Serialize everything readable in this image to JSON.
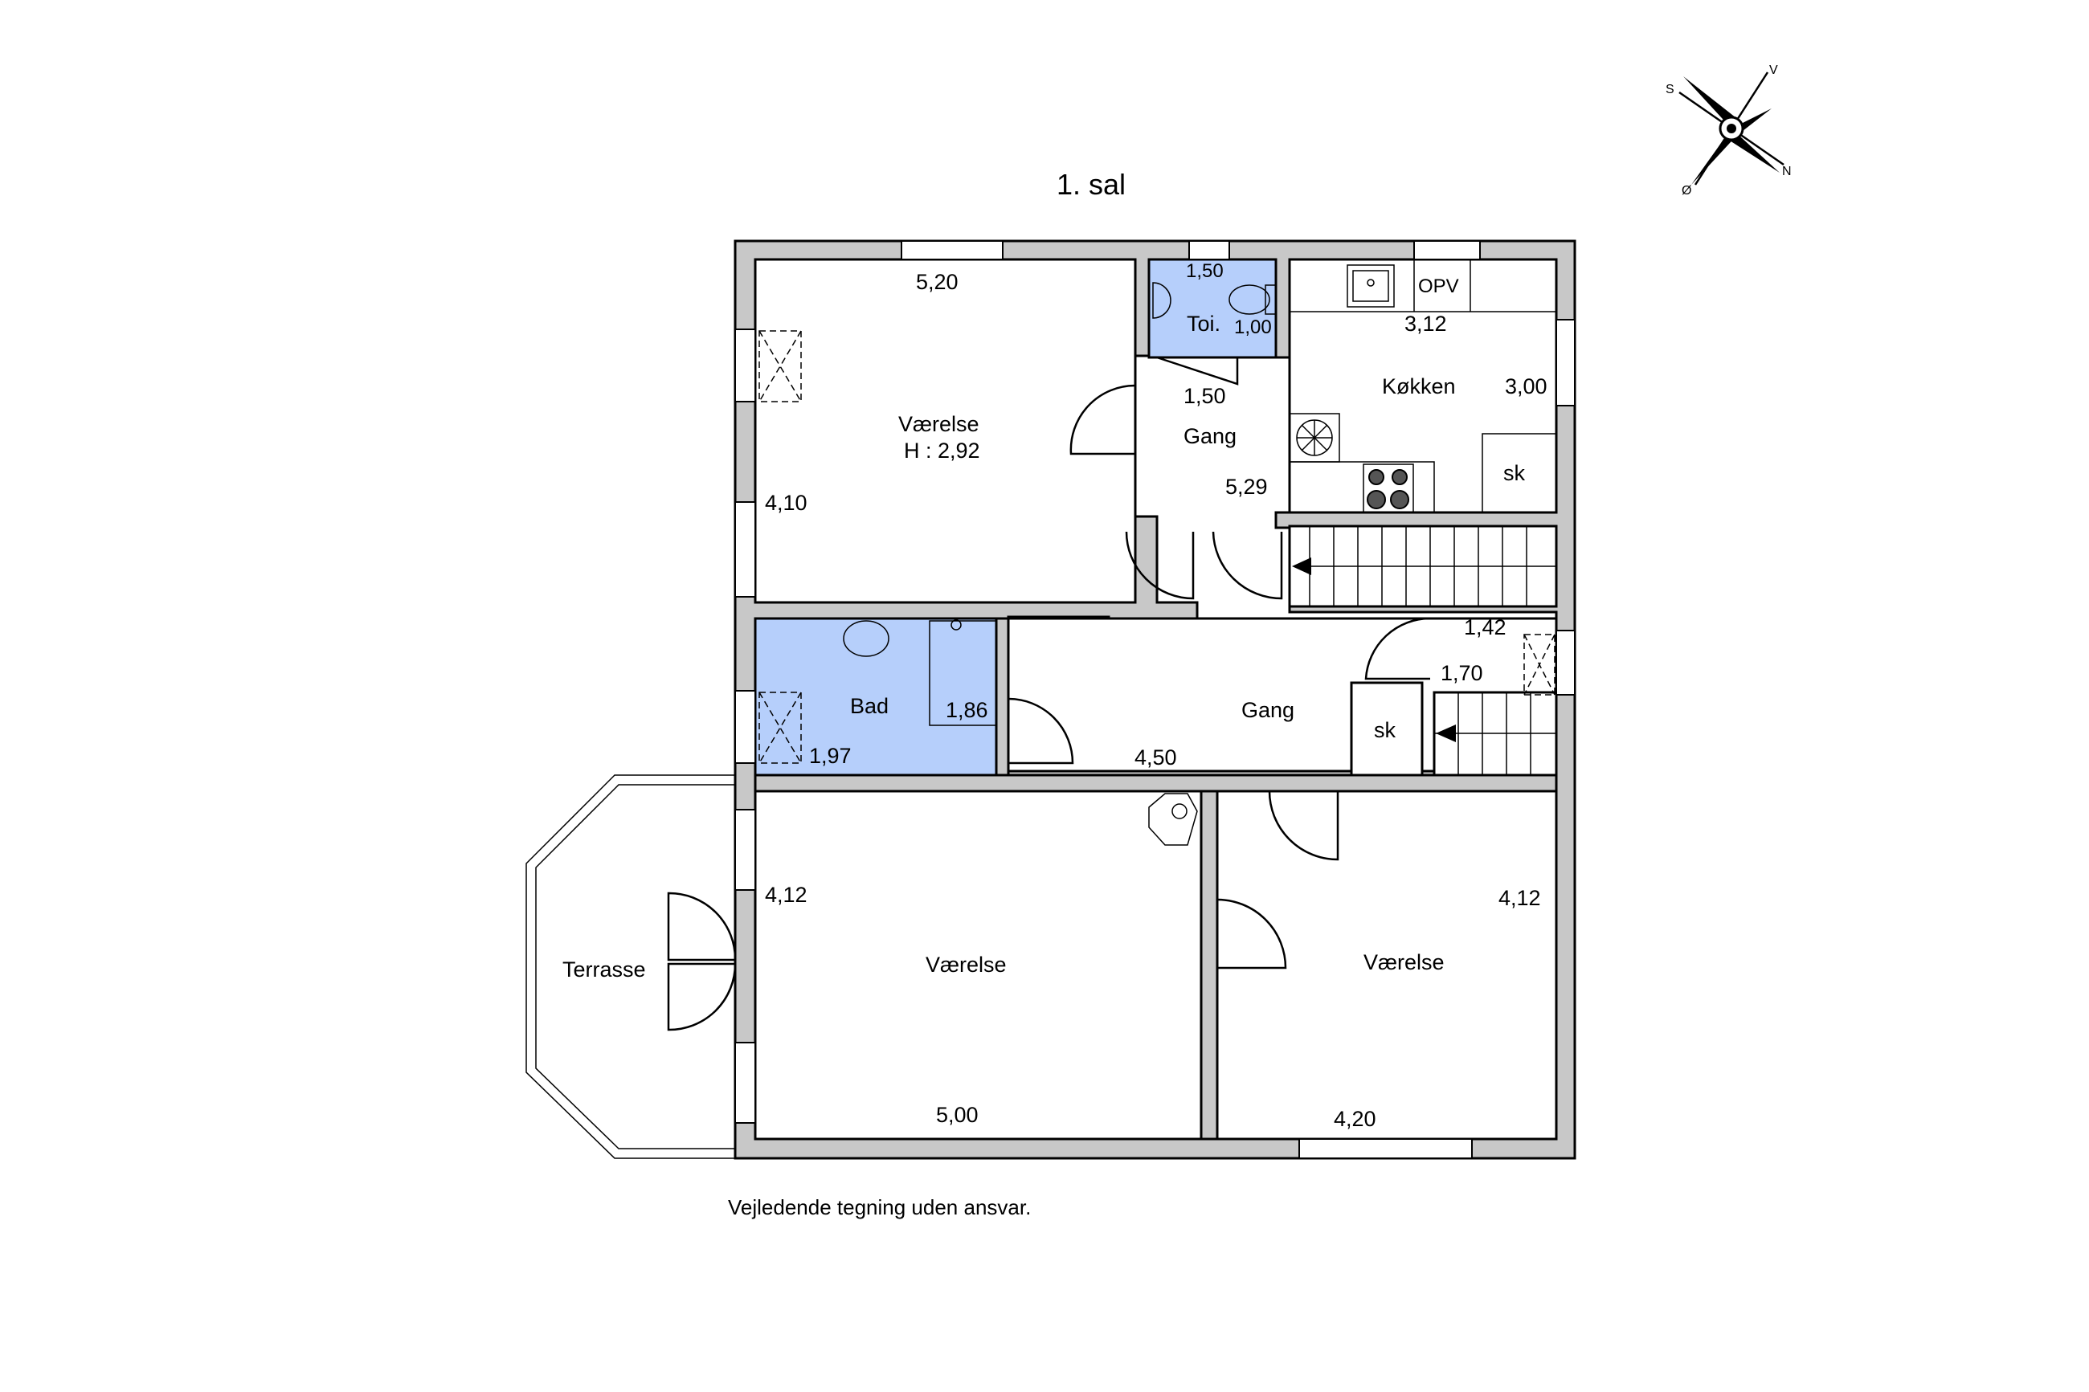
{
  "title": "1. sal",
  "disclaimer": "Vejledende tegning uden ansvar.",
  "compass": {
    "north": "N",
    "south": "S",
    "east": "Ø",
    "west": "V"
  },
  "colors": {
    "wall": "#c8c8c8",
    "wet_room": "#b6cffb",
    "line": "#000000"
  },
  "rooms": {
    "vaerelse_nw": {
      "name": "Værelse",
      "height": "H : 2,92",
      "width": "5,20",
      "depth": "4,10"
    },
    "toilet": {
      "name": "Toi.",
      "width": "1,50",
      "depth": "1,00"
    },
    "kitchen": {
      "name": "Køkken",
      "width": "3,12",
      "depth": "3,00",
      "appliance": "OPV",
      "cabinet": "sk"
    },
    "gang_upper": {
      "name": "Gang",
      "width": "1,50",
      "depth": "5,29"
    },
    "bad": {
      "name": "Bad",
      "width": "1,86",
      "depth": "1,97"
    },
    "gang_lower": {
      "name": "Gang",
      "width": "4,50",
      "stair_width": "1,42",
      "stair_depth": "1,70",
      "cabinet": "sk"
    },
    "vaerelse_sw": {
      "name": "Værelse",
      "width": "5,00",
      "depth": "4,12"
    },
    "vaerelse_se": {
      "name": "Værelse",
      "width": "4,20",
      "depth": "4,12"
    },
    "terrace": {
      "name": "Terrasse"
    }
  }
}
